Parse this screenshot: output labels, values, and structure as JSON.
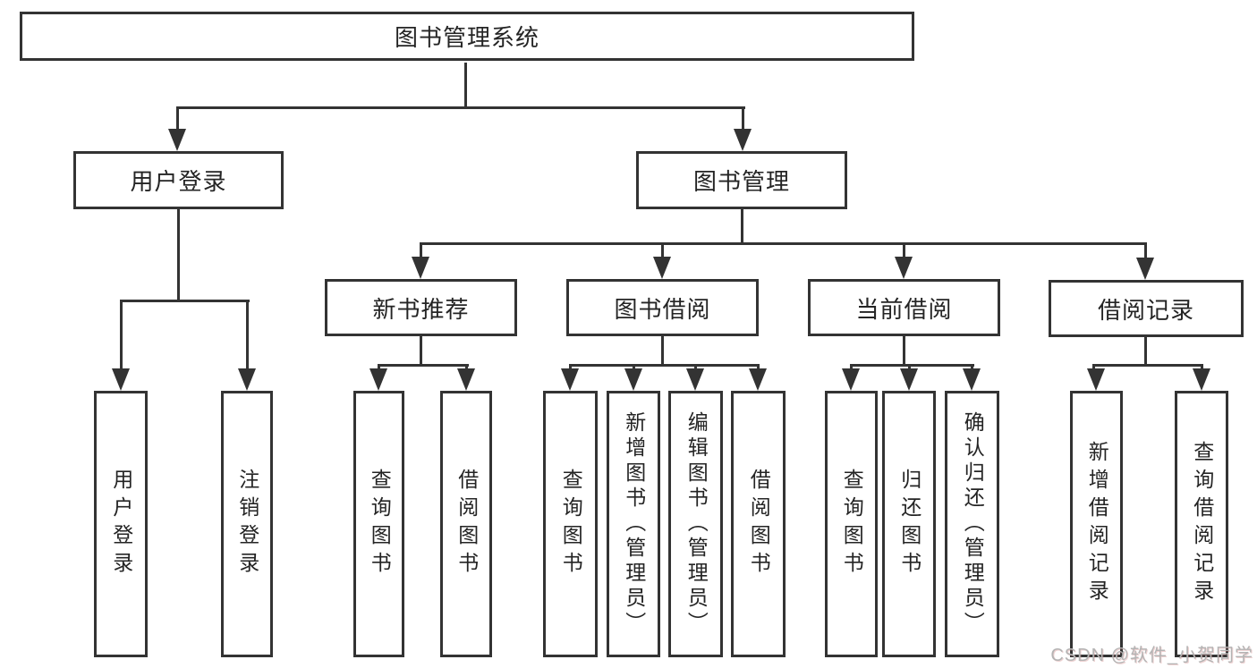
{
  "tree": {
    "root": {
      "label": "图书管理系统"
    },
    "branches": [
      {
        "label": "用户登录",
        "children": [
          {
            "label": "用户登录"
          },
          {
            "label": "注销登录"
          }
        ]
      },
      {
        "label": "图书管理",
        "children": [
          {
            "label": "新书推荐",
            "children": [
              {
                "label": "查询图书"
              },
              {
                "label": "借阅图书"
              }
            ]
          },
          {
            "label": "图书借阅",
            "children": [
              {
                "label": "查询图书"
              },
              {
                "label": "新增图书（管理员）"
              },
              {
                "label": "编辑图书（管理员）"
              },
              {
                "label": "借阅图书"
              }
            ]
          },
          {
            "label": "当前借阅",
            "children": [
              {
                "label": "查询图书"
              },
              {
                "label": "归还图书"
              },
              {
                "label": "确认归还（管理员）"
              }
            ]
          },
          {
            "label": "借阅记录",
            "children": [
              {
                "label": "新增借阅记录"
              },
              {
                "label": "查询借阅记录"
              }
            ]
          }
        ]
      }
    ]
  },
  "watermark": "CSDN @软件_小贺同学",
  "colors": {
    "line": "#333333",
    "text": "#242424",
    "background": "#ffffff",
    "watermark": "#b4b4b4"
  }
}
